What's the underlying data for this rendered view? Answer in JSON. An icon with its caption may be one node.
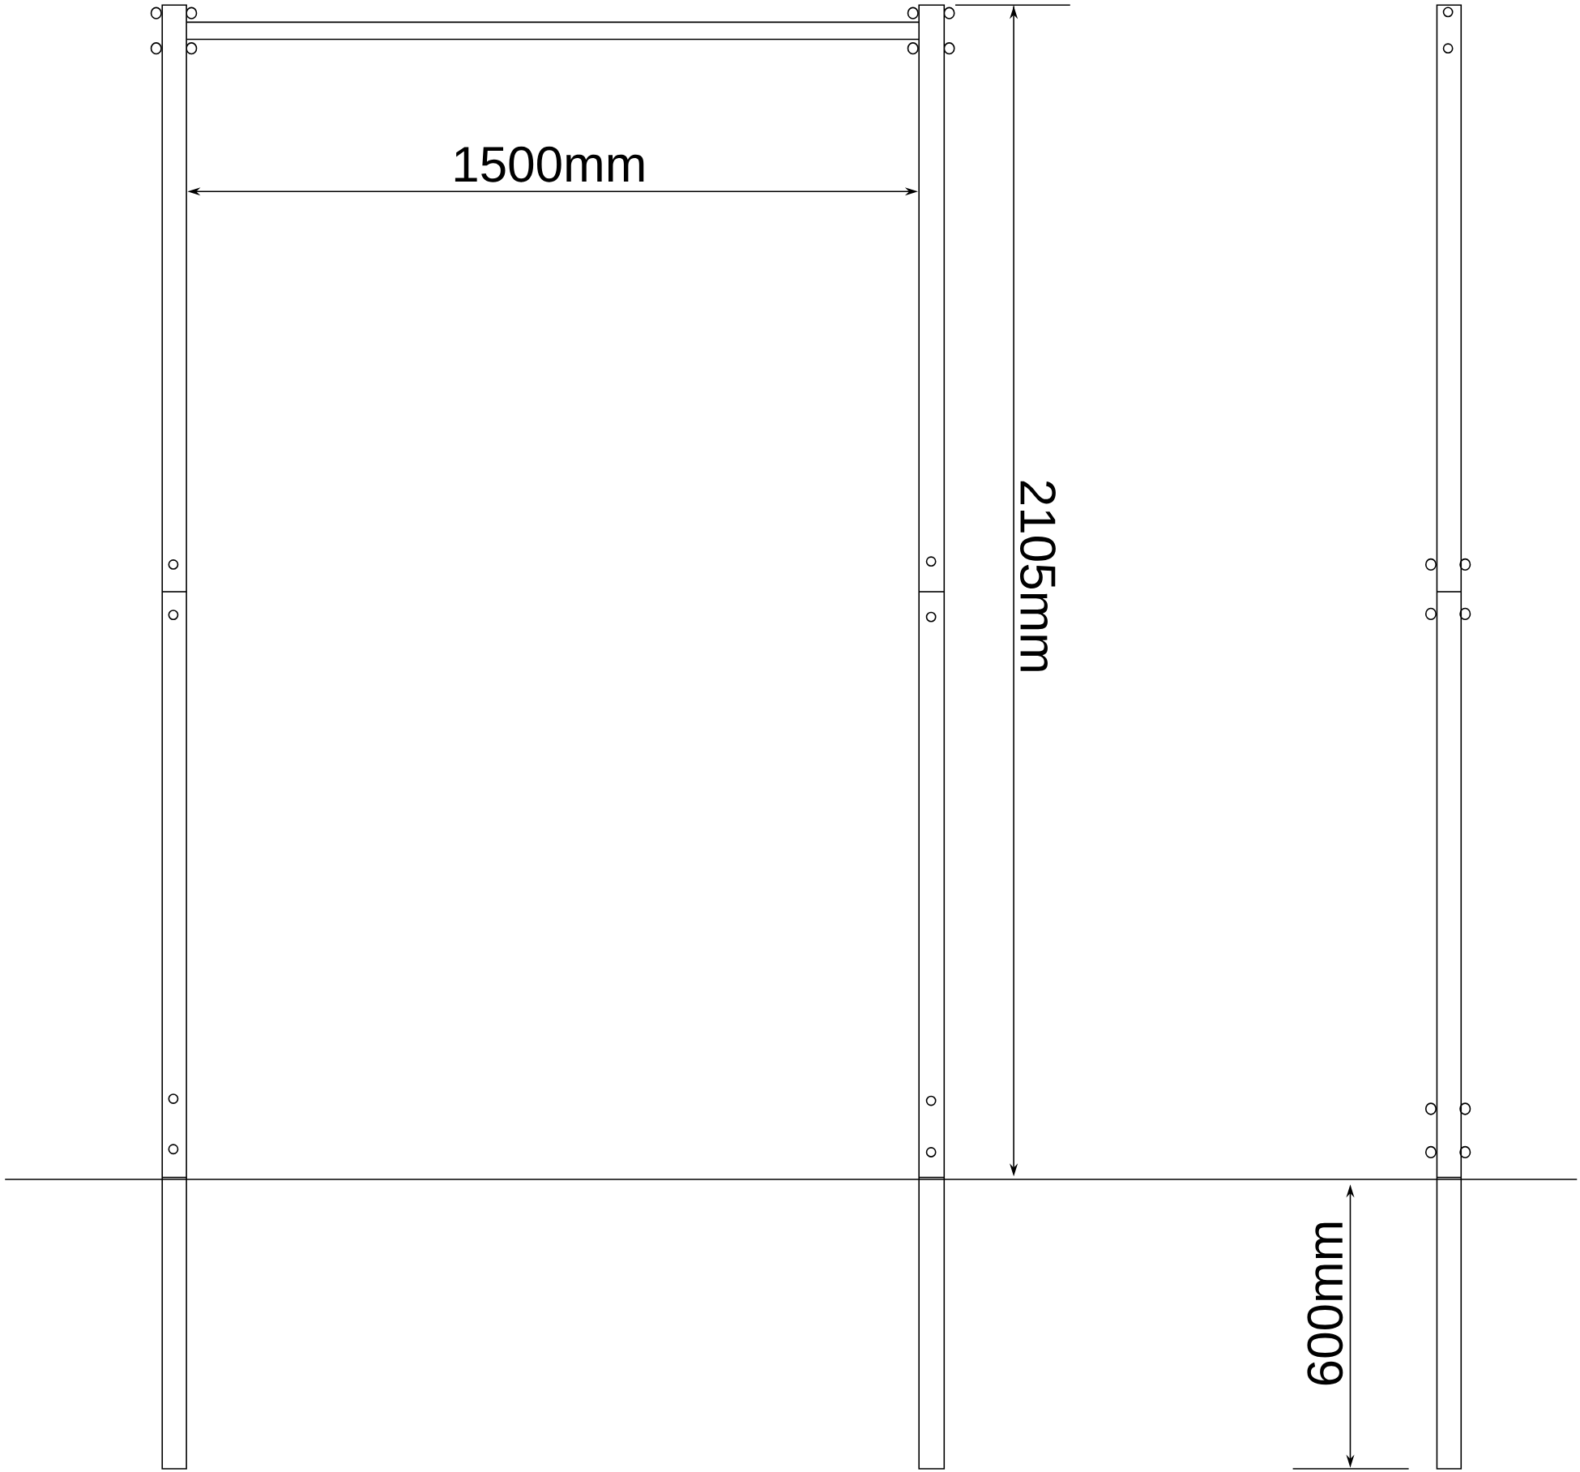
{
  "diagram": {
    "labels": [
      "1500mm",
      "2105mm",
      "600mm"
    ]
  }
}
